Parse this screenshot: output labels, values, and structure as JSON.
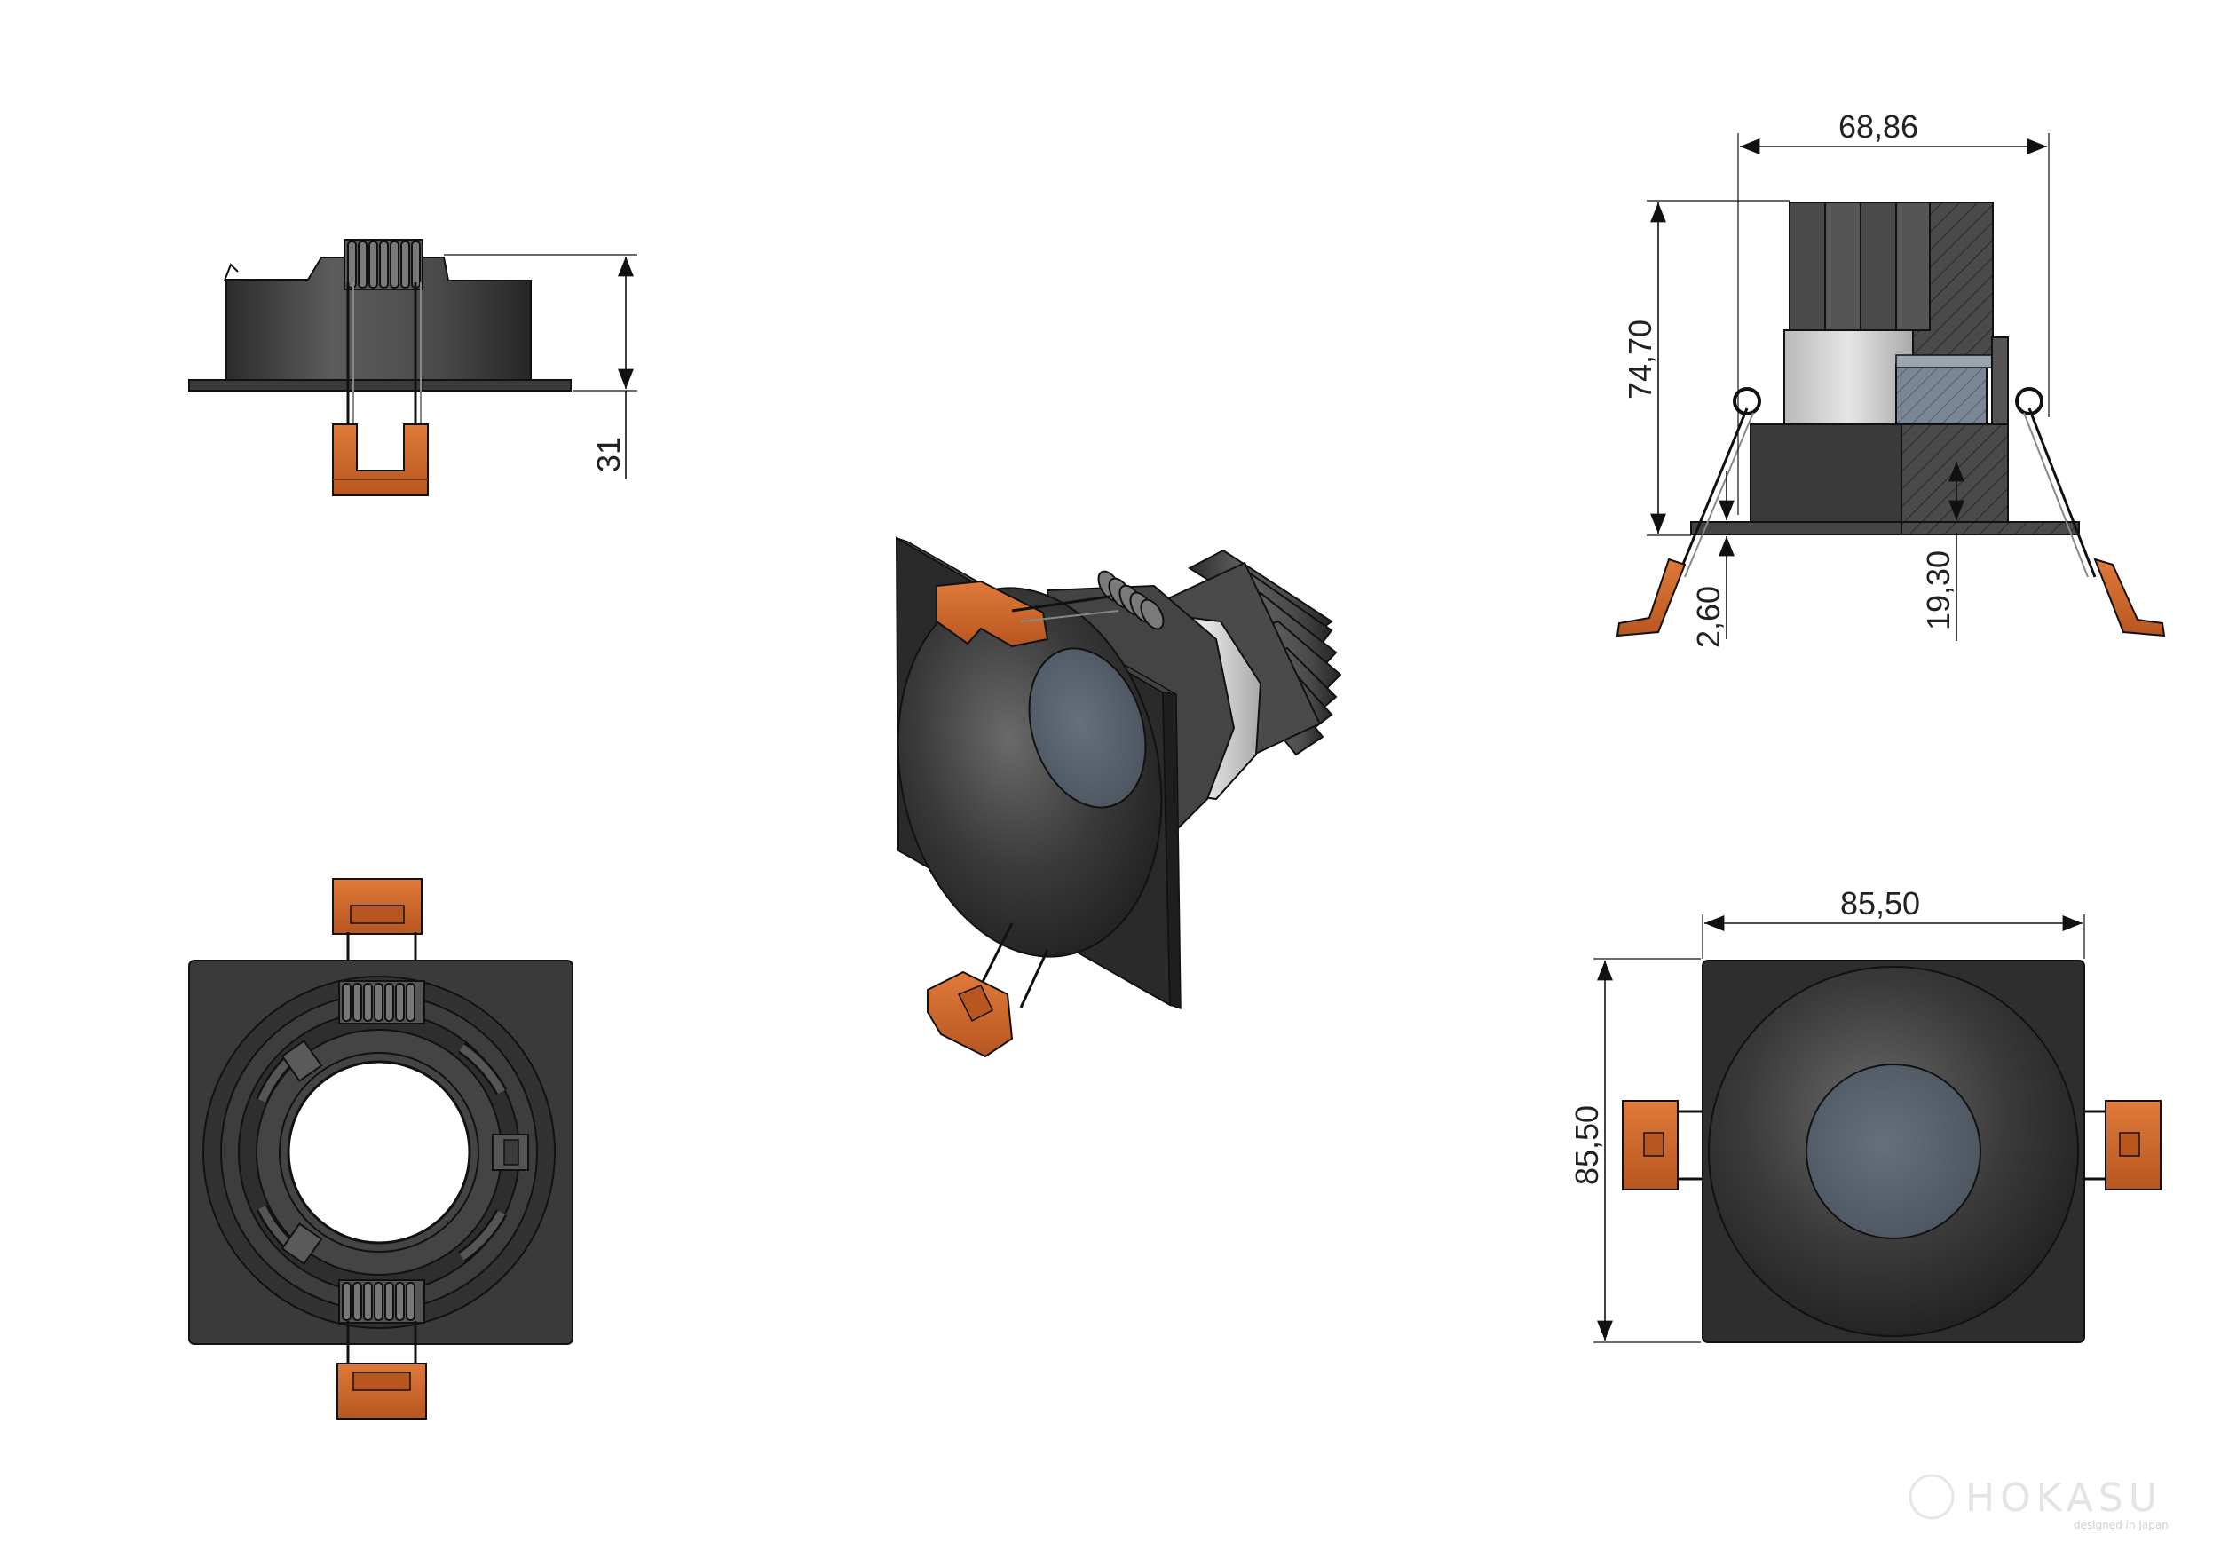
{
  "drawing": {
    "dimensions": {
      "side_height": "31",
      "section_width": "68,86",
      "section_height": "74,70",
      "flange_thickness": "2,60",
      "recess_depth": "19,30",
      "front_width": "85,50",
      "front_height": "85,50"
    },
    "views": {
      "side": "side-elevation",
      "bottom": "bottom-view",
      "iso": "isometric-view",
      "section": "section-view",
      "front": "front-view"
    },
    "watermark": {
      "brand": "HOKASU",
      "tagline": "designed in Japan"
    },
    "colors": {
      "body": "#3d3d3d",
      "body_dark": "#2a2a2a",
      "clip": "#cf6a2e",
      "lens": "#5a6470",
      "heatsink": "#555555",
      "driver": "#cfcfcf",
      "outline": "#111111"
    }
  }
}
